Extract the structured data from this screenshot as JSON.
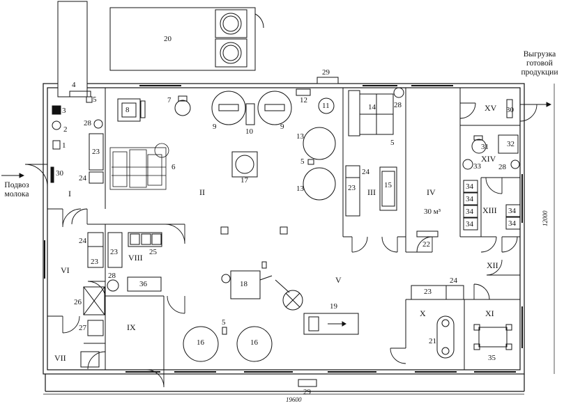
{
  "annotations": {
    "supply_label": "Подвоз молока",
    "output_label": "Выгрузка готовой продукции",
    "volume_label": "30 м³",
    "dim_width": "19600",
    "dim_height": "12000"
  },
  "rooms": {
    "r1": "I",
    "r2": "II",
    "r3": "III",
    "r4": "IV",
    "r5": "V",
    "r6": "VI",
    "r7": "VII",
    "r8": "VIII",
    "r9": "IX",
    "r10": "X",
    "r11": "XI",
    "r12": "XII",
    "r13": "XIII",
    "r14": "XIV",
    "r15": "XV"
  },
  "equipment": {
    "e1": "1",
    "e2": "2",
    "e3": "3",
    "e4": "4",
    "e5": "5",
    "e6": "6",
    "e7": "7",
    "e8": "8",
    "e9": "9",
    "e10": "10",
    "e11": "11",
    "e12": "12",
    "e13": "13",
    "e14": "14",
    "e15": "15",
    "e16": "16",
    "e17": "17",
    "e18": "18",
    "e19": "19",
    "e20": "20",
    "e21": "21",
    "e22": "22",
    "e23": "23",
    "e24": "24",
    "e25": "25",
    "e26": "26",
    "e27": "27",
    "e28": "28",
    "e29": "29",
    "e30": "30",
    "e31": "31",
    "e32": "32",
    "e33": "33",
    "e34": "34",
    "e35": "35",
    "e36": "36"
  }
}
